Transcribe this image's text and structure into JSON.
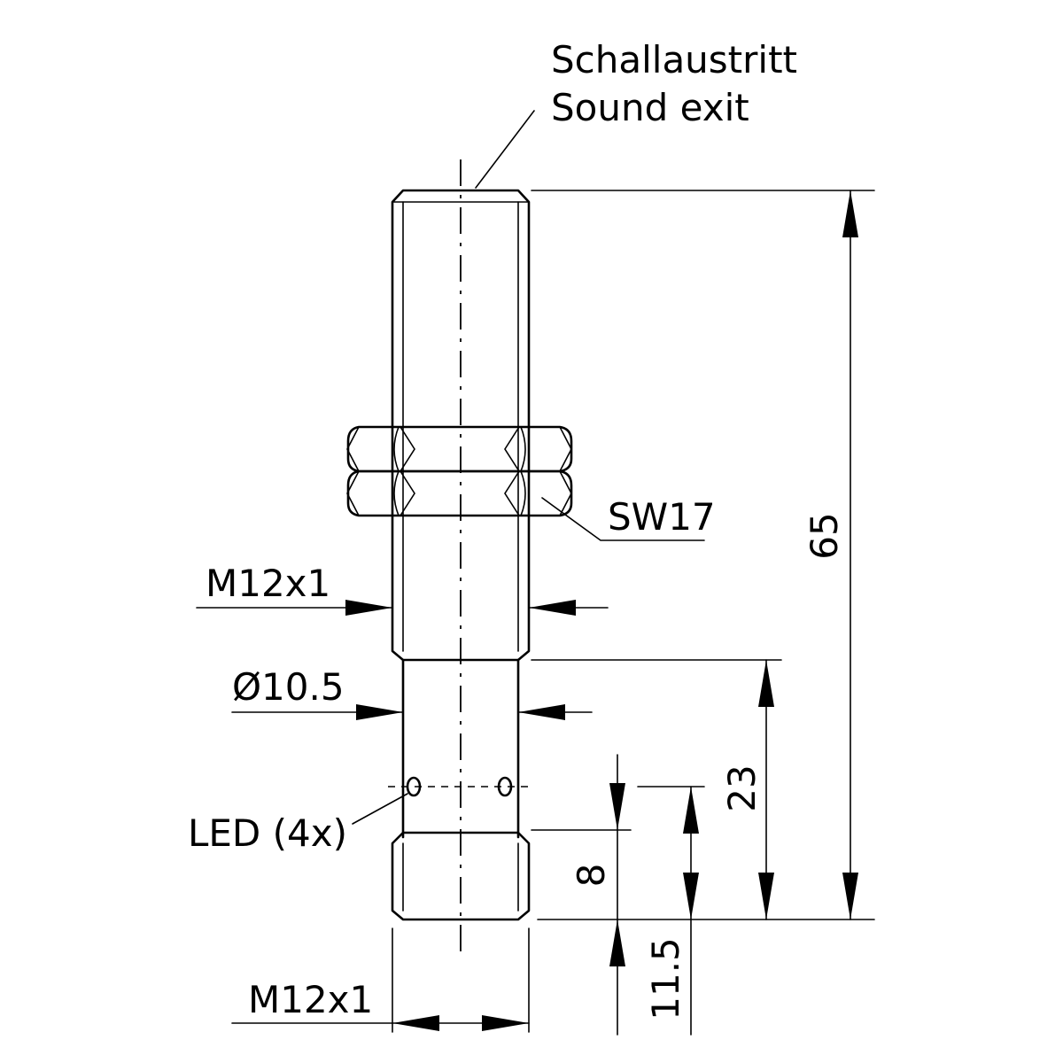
{
  "labels": {
    "sound_exit_de": "Schallaustritt",
    "sound_exit_en": "Sound exit",
    "wrench_size": "SW17",
    "thread_upper": "M12x1",
    "diameter": "Ø10.5",
    "led": "LED (4x)",
    "thread_lower": "M12x1"
  },
  "dimensions": {
    "total_length": "65",
    "reduced_section_length": "23",
    "led_to_tip": "11.5",
    "lower_thread_length": "8"
  },
  "colors": {
    "line": "#000000",
    "background": "#ffffff"
  }
}
